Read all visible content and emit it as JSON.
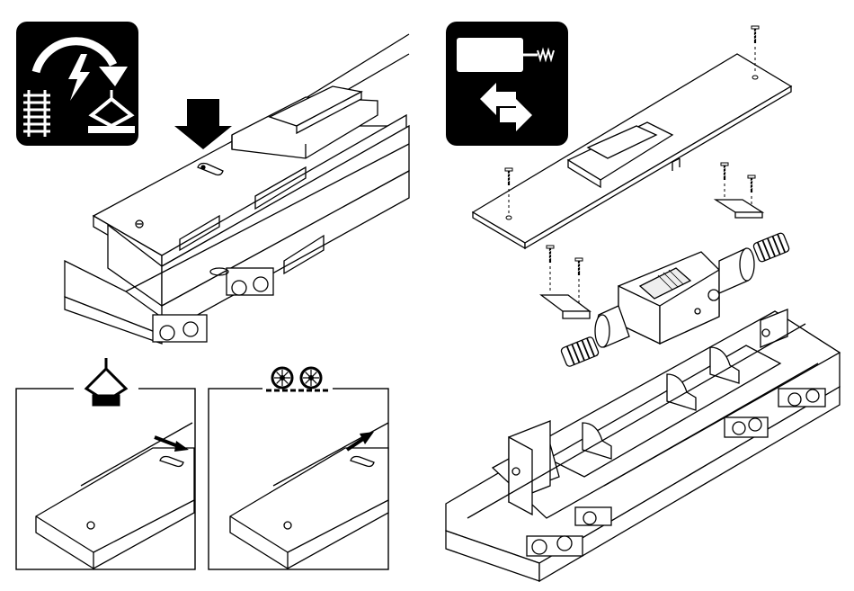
{
  "figure": {
    "panels": [
      {
        "id": "remove-shell",
        "icon": "power-switch-track-pantograph-icon"
      },
      {
        "id": "pantograph-mode",
        "icon": "pantograph-icon"
      },
      {
        "id": "track-mode",
        "icon": "wheels-on-rail-icon"
      },
      {
        "id": "replace-motor",
        "icon": "motor-swap-icon"
      }
    ],
    "colors": {
      "ink": "#000000",
      "paper": "#ffffff",
      "tile": "#000000"
    }
  }
}
